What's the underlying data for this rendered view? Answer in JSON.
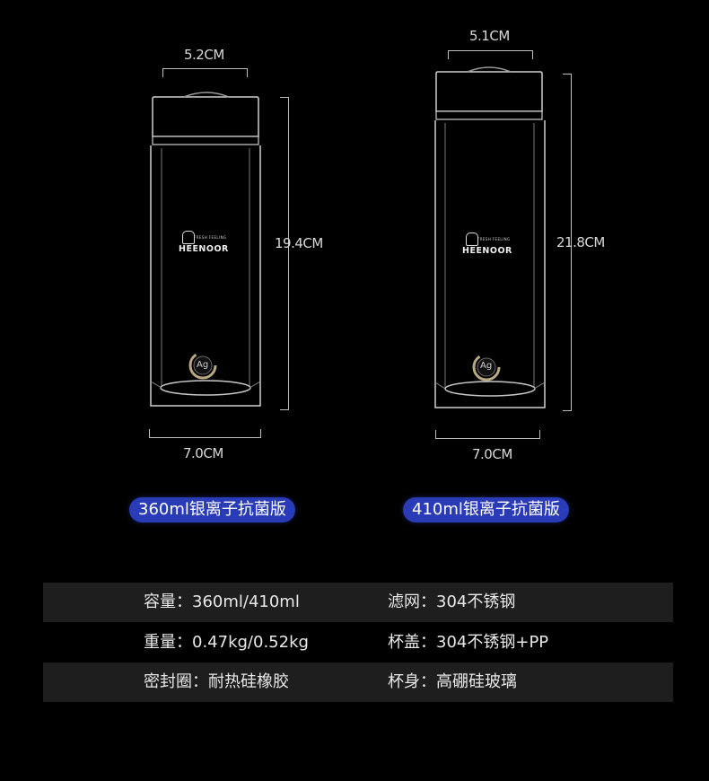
{
  "bottles": [
    {
      "top_width": "5.2CM",
      "height": "19.4CM",
      "bottom_width": "7.0CM",
      "badge": "360ml银离子抗菌版"
    },
    {
      "top_width": "5.1CM",
      "height": "21.8CM",
      "bottom_width": "7.0CM",
      "badge": "410ml银离子抗菌版"
    }
  ],
  "logo": {
    "brand": "HEENOOR",
    "tagline": "FRESH FEELING",
    "ag_mark": "Ag"
  },
  "specs": [
    {
      "left": "容量：360ml/410ml",
      "right": "滤网：304不锈钢"
    },
    {
      "left": "重量：0.47kg/0.52kg",
      "right": "杯盖：304不锈钢+PP"
    },
    {
      "left": "密封圈：耐热硅橡胶",
      "right": "杯身：高硼硅玻璃"
    }
  ]
}
